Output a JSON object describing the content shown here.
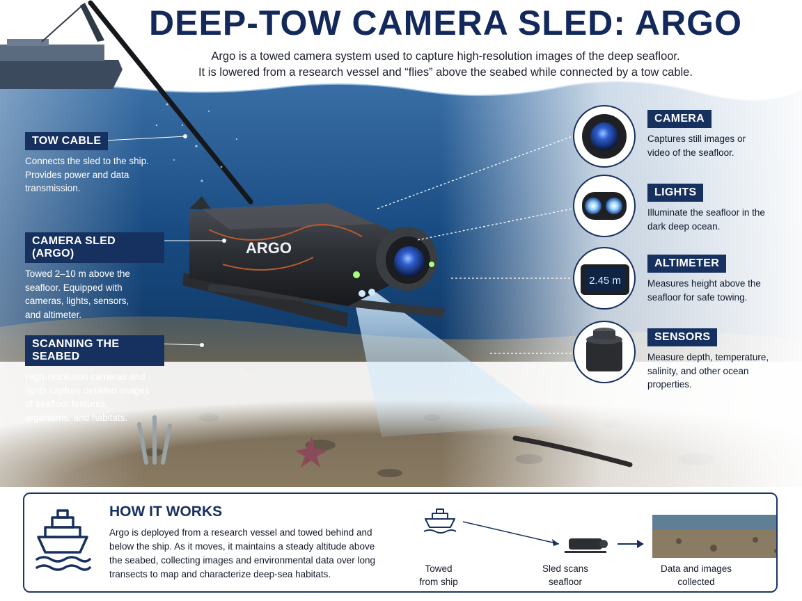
{
  "header": {
    "title": "DEEP-TOW CAMERA SLED: ARGO",
    "subtitle_line1": "Argo is a towed camera system used to capture high-resolution images of the deep seafloor.",
    "subtitle_line2": "It is lowered from a research vessel and “flies” above the seabed while connected by a tow cable."
  },
  "sled": {
    "name_plate": "ARGO"
  },
  "left_callouts": [
    {
      "title": "TOW CABLE",
      "text": "Connects the sled to the ship. Provides power and data transmission."
    },
    {
      "title": "CAMERA SLED (ARGO)",
      "text": "Towed 2–10 m above the seafloor. Equipped with cameras, lights, sensors, and altimeter."
    },
    {
      "title": "SCANNING THE SEABED",
      "text": "High-resolution cameras and lights capture detailed images of seafloor features, organisms, and habitats."
    }
  ],
  "right_callouts": [
    {
      "title": "CAMERA",
      "text": "Captures still images or video of the seafloor.",
      "icon": "camera-lens-icon"
    },
    {
      "title": "LIGHTS",
      "text": "Illuminate the seafloor in the dark deep ocean.",
      "icon": "lights-icon"
    },
    {
      "title": "ALTIMETER",
      "text": "Measures height above the seafloor for safe towing.",
      "icon": "altimeter-icon",
      "readout": "2.45 m"
    },
    {
      "title": "SENSORS",
      "text": "Measure depth, temperature, salinity, and other ocean properties.",
      "icon": "sensor-icon"
    }
  ],
  "how_it_works": {
    "title": "HOW IT WORKS",
    "body": "Argo is deployed from a research vessel and towed behind and below the ship. As it moves, it maintains a steady altitude above the seabed, collecting images and environmental data over long transects to map and characterize deep-sea habitats.",
    "steps": [
      {
        "caption_line1": "Towed",
        "caption_line2": "from ship"
      },
      {
        "caption_line1": "Sled scans",
        "caption_line2": "seafloor"
      },
      {
        "caption_line1": "Data and images",
        "caption_line2": "collected"
      }
    ]
  },
  "colors": {
    "navy": "#16305f",
    "ocean_deep": "#0f3766",
    "seafloor": "#7d6e58",
    "light_beam": "#bfe3ff",
    "lens_blue": "#2f5fd0"
  }
}
